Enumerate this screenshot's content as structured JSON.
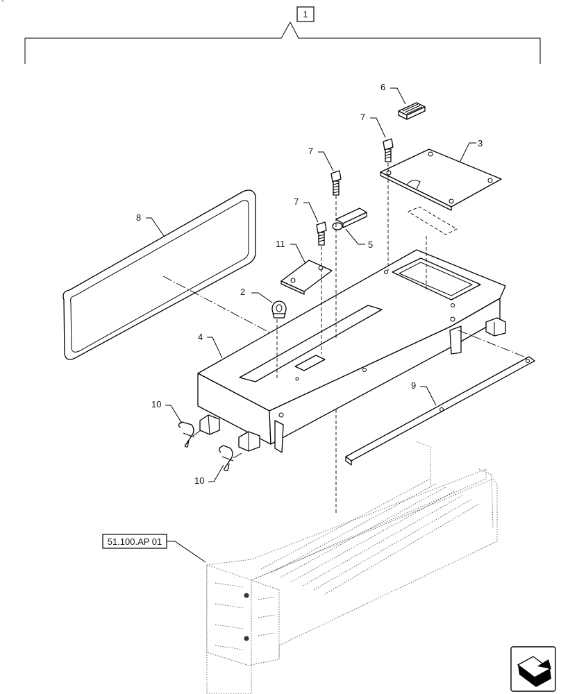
{
  "diagram": {
    "assembly_callout": "1",
    "reference_callout": "51.100.AP 01",
    "callouts": {
      "c2": "2",
      "c3": "3",
      "c4": "4",
      "c5": "5",
      "c6": "6",
      "c7a": "7",
      "c7b": "7",
      "c7c": "7",
      "c8": "8",
      "c9": "9",
      "c10a": "10",
      "c10b": "10",
      "c11": "11"
    }
  },
  "corner_mark": "`",
  "nav_icon": "next-page-arrow-icon"
}
